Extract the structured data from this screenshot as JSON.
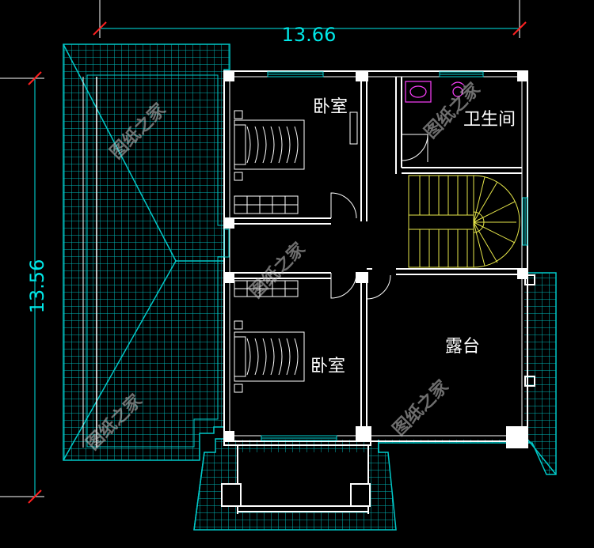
{
  "dimensions": {
    "width_label": "13.66",
    "height_label": "13.56"
  },
  "rooms": {
    "bedroom_upper": "卧室",
    "bedroom_lower": "卧室",
    "bathroom": "卫生间",
    "terrace": "露台"
  },
  "watermark": "图纸之家",
  "colors": {
    "background": "#000000",
    "wall": "#ffffff",
    "roof_hatch": "#00c8c8",
    "dimension": "#00e8e8",
    "dimension_arrow": "#ff2020",
    "stair": "#e6e64a",
    "bathroom_fixture": "#ff40ff"
  }
}
